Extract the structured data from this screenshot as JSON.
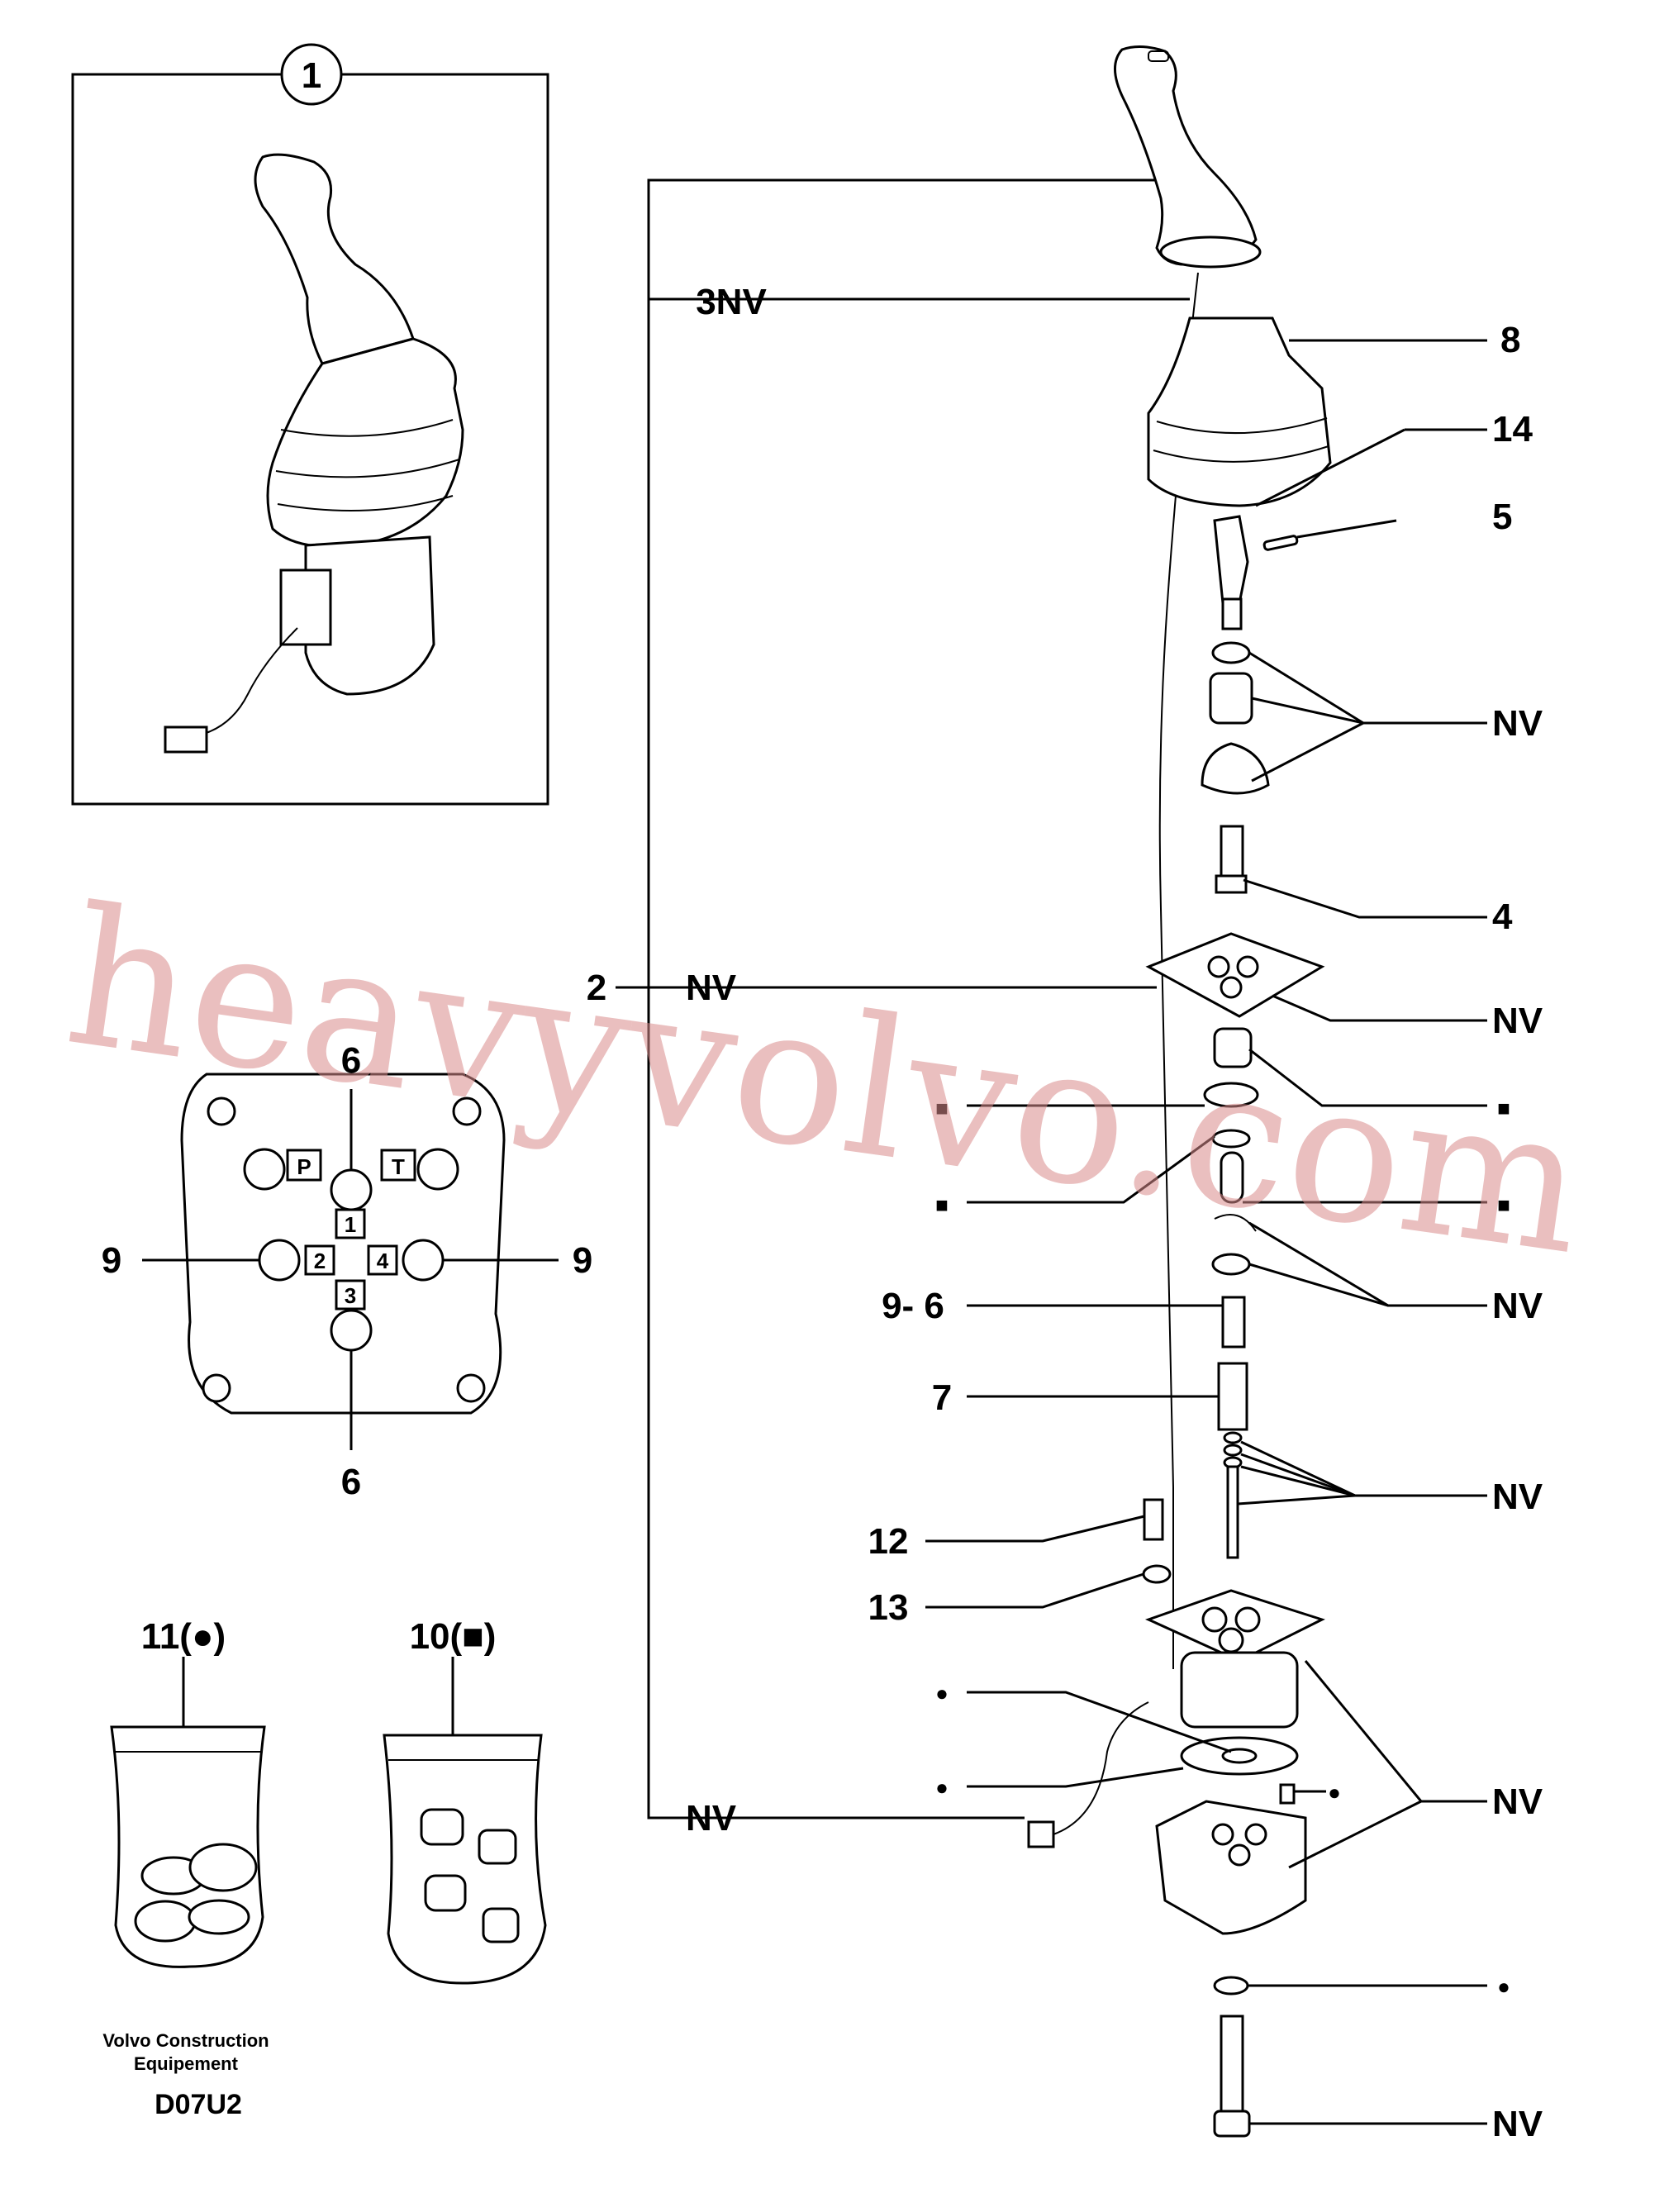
{
  "callouts": {
    "c1": "1",
    "c3nv": "3NV",
    "c8": "8",
    "c14": "14",
    "c5": "5",
    "cnv_a": "NV",
    "c4": "4",
    "c2": "2",
    "c2nv": "NV",
    "cnv_b": "NV",
    "csq_l1": "■",
    "csq_r1": "■",
    "csq_l2": "■",
    "csq_r2": "■",
    "c96": "9- 6",
    "cnv_c": "NV",
    "c7": "7",
    "cnv_d": "NV",
    "c12": "12",
    "c13": "13",
    "cdot_l1": "●",
    "cdot_l2": "●",
    "cdot_m": "●",
    "cnv_e": "NV",
    "cnv_f": "NV",
    "cdot_r": "●",
    "cnv_g": "NV",
    "c6_top": "6",
    "c6_bot": "6",
    "c9_left": "9",
    "c9_right": "9",
    "c11": "11(●)",
    "c10": "10(■)"
  },
  "ports": {
    "p": "P",
    "t": "T",
    "n1": "1",
    "n2": "2",
    "n3": "3",
    "n4": "4"
  },
  "footer": {
    "maker_line1": "Volvo Construction",
    "maker_line2": "Equipement",
    "code": "D07U2"
  },
  "watermark": "heavyvolvo.com"
}
